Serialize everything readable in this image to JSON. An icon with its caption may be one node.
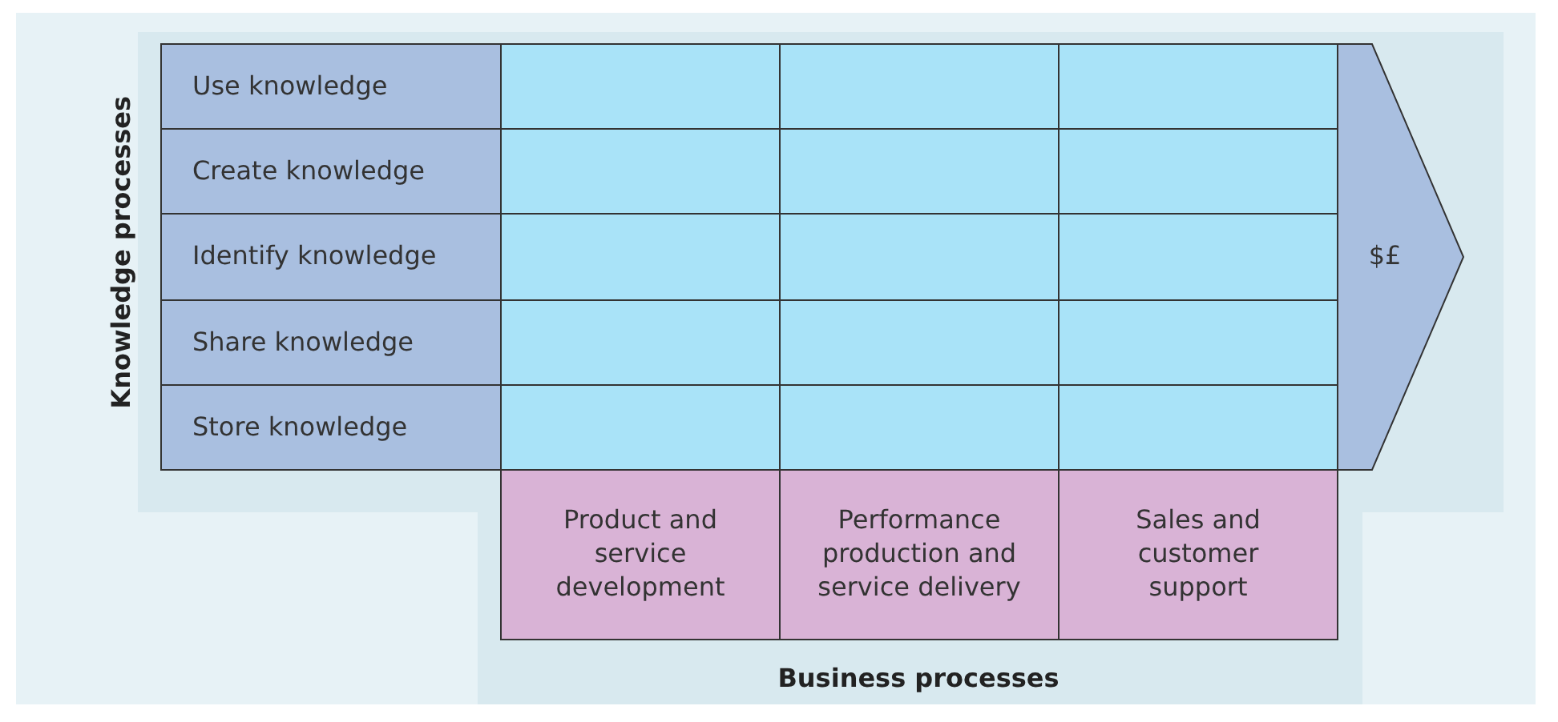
{
  "diagram": {
    "nodes": [
      {
        "text": [
          "Use knowledge"
        ]
      },
      {
        "text": [],
        "shape": "box"
      },
      {
        "text": [],
        "shape": "box"
      },
      {
        "text": [],
        "shape": "box"
      },
      {
        "text": [
          "$£"
        ]
      },
      {
        "text": [
          "Create knowledge"
        ]
      },
      {
        "text": [],
        "shape": "box"
      },
      {
        "text": [],
        "shape": "box"
      },
      {
        "text": [],
        "shape": "box"
      },
      {
        "text": [
          "Identify knowledge"
        ]
      },
      {
        "text": [],
        "shape": "box"
      },
      {
        "text": [],
        "shape": "box"
      },
      {
        "text": [],
        "shape": "box"
      },
      {
        "text": [
          "Share knowledge"
        ]
      },
      {
        "text": [],
        "shape": "box"
      },
      {
        "text": [],
        "shape": "box"
      },
      {
        "text": [],
        "shape": "box"
      },
      {
        "text": [
          "Store knowledge"
        ]
      },
      {
        "text": [],
        "shape": "box"
      },
      {
        "text": [],
        "shape": "box"
      },
      {
        "text": [],
        "shape": "box"
      },
      {
        "text": [
          "Product and service development"
        ]
      },
      {
        "text": [
          "Performance production and service delivery"
        ]
      },
      {
        "text": [
          "Sales and customer support"
        ]
      }
    ],
    "labels": [
      "Knowledge processes",
      "Business processes"
    ]
  }
}
